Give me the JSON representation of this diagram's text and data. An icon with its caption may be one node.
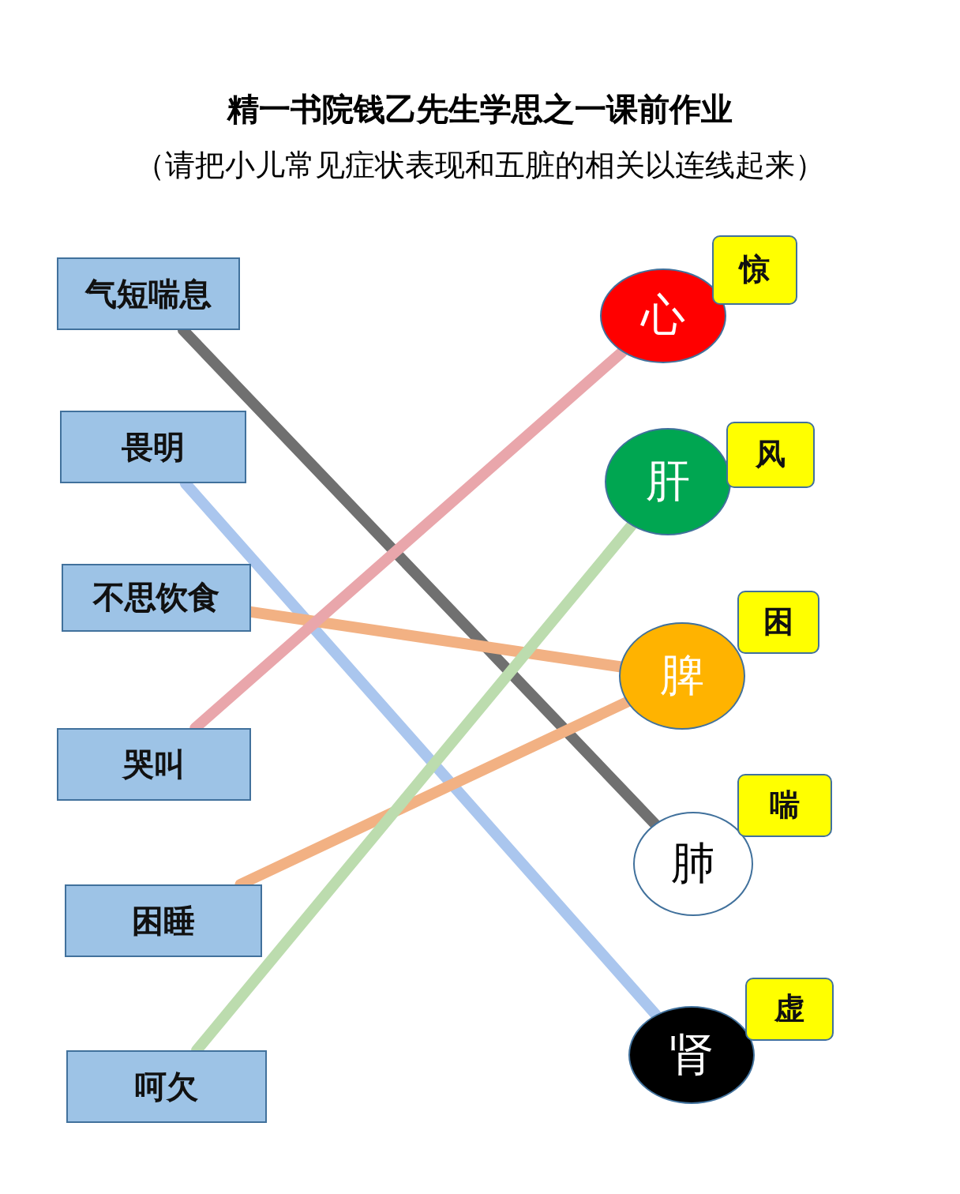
{
  "diagram": {
    "title": "精一书院钱乙先生学思之一课前作业",
    "nodes": [
      {
        "text": [
          "气短喘息"
        ]
      },
      {
        "text": [
          "畏明"
        ]
      },
      {
        "text": [
          "不思饮食"
        ]
      },
      {
        "text": [
          "哭叫"
        ]
      },
      {
        "text": [
          "困睡"
        ]
      },
      {
        "text": [
          "呵欠"
        ]
      },
      {
        "text": [
          "心"
        ]
      },
      {
        "text": [
          "肝"
        ]
      },
      {
        "text": [
          "脾"
        ]
      },
      {
        "text": [
          "肺"
        ]
      },
      {
        "text": [
          "肾"
        ]
      },
      {
        "text": [
          "惊"
        ]
      },
      {
        "text": [
          "风"
        ]
      },
      {
        "text": [
          "困"
        ]
      },
      {
        "text": [
          "喘"
        ]
      },
      {
        "text": [
          "虚"
        ]
      }
    ],
    "edges": [
      {
        "from": 0,
        "to": 9,
        "arrow": "none",
        "color": "#707070"
      },
      {
        "from": 1,
        "to": 10,
        "arrow": "none",
        "color": "#aac6ee"
      },
      {
        "from": 2,
        "to": 8,
        "arrow": "none",
        "color": "#f2b183"
      },
      {
        "from": 3,
        "to": 6,
        "arrow": "none",
        "color": "#e9a6ab"
      },
      {
        "from": 4,
        "to": 8,
        "arrow": "none",
        "color": "#f2b183"
      },
      {
        "from": 5,
        "to": 7,
        "arrow": "none",
        "color": "#bcdcae"
      }
    ],
    "labels": [
      "（请把小儿常见症状表现和五脏的相关以连线起来）"
    ]
  }
}
